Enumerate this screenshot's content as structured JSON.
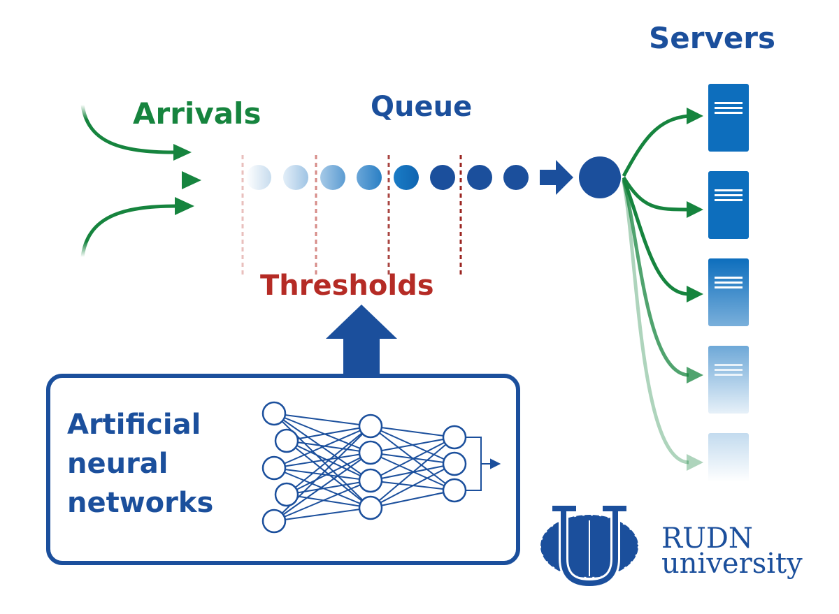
{
  "labels": {
    "servers": "Servers",
    "arrivals": "Arrivals",
    "queue": "Queue",
    "thresholds": "Thresholds",
    "ann_title": "Artificial neural networks"
  },
  "logo": {
    "line1": "RUDN",
    "line2": "university"
  },
  "colors": {
    "blue": "#1b4f9c",
    "green": "#16843e",
    "red": "#b52b25",
    "server_blue": "#0d6ebd"
  }
}
